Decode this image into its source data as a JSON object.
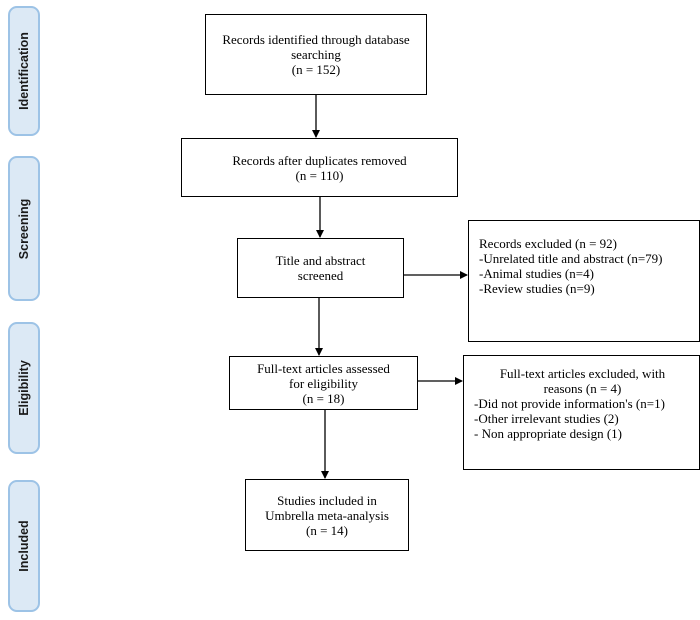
{
  "stages": {
    "identification": "Identification",
    "screening": "Screening",
    "eligibility": "Eligibility",
    "included": "Included"
  },
  "boxes": {
    "identified": {
      "lines": [
        "Records identified through database",
        "searching",
        "(n = 152)"
      ]
    },
    "duplicates_removed": {
      "lines": [
        "Records after duplicates removed",
        "(n = 110)"
      ]
    },
    "title_abstract": {
      "lines": [
        "Title and abstract",
        "screened"
      ]
    },
    "full_text": {
      "lines": [
        "Full-text articles assessed",
        "for eligibility",
        "(n = 18)"
      ]
    },
    "included": {
      "lines": [
        "Studies included in",
        "Umbrella meta-analysis",
        "(n = 14)"
      ]
    }
  },
  "exclusions": {
    "records_excluded": {
      "title": "Records excluded (n = 92)",
      "items": [
        "-Unrelated title and abstract (n=79)",
        "-Animal studies (n=4)",
        "-Review studies (n=9)"
      ]
    },
    "full_text_excluded": {
      "title_lines": [
        "Full-text articles excluded, with",
        "reasons (n = 4)"
      ],
      "items": [
        "-Did not provide information's (n=1)",
        "-Other irrelevant studies (2)",
        "- Non appropriate design (1)"
      ]
    }
  }
}
